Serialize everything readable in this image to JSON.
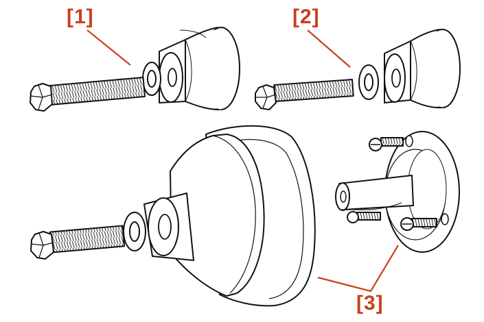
{
  "colors": {
    "callout": "#c8401c",
    "ink": "#111111",
    "paper": "#ffffff"
  },
  "callouts": [
    {
      "id": "c1",
      "label": "[1]"
    },
    {
      "id": "c2",
      "label": "[2]"
    },
    {
      "id": "c3",
      "label": "[3]"
    }
  ]
}
